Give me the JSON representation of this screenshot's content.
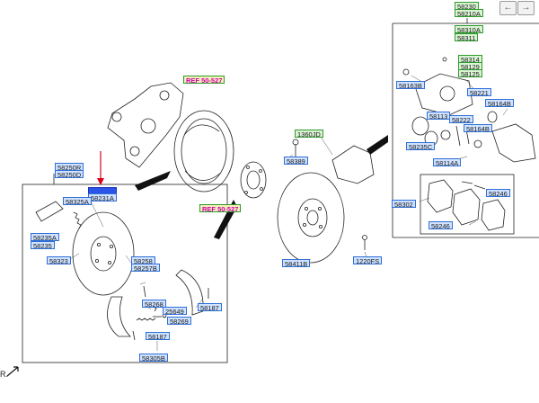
{
  "nav": {
    "prev_icon": "arrow-left-icon",
    "next_icon": "arrow-right-icon",
    "prev_glyph": "←",
    "next_glyph": "→"
  },
  "corner_text": "R.",
  "labels": {
    "ref_top": "REF 50-527",
    "ref_mid": "REF 50-527",
    "p58250R": "58250R",
    "p58250D": "58250D",
    "p58231A": "58231A",
    "p58325A": "58325A",
    "p58235A": "58235A",
    "p58235": "58235",
    "p58323": "58323",
    "p58258": "58258",
    "p58257B": "58257B",
    "p58268": "58268",
    "p25649": "25649",
    "p58269": "58269",
    "p58187a": "58187",
    "p58187b": "58187",
    "p58305B": "58305B",
    "p1360JD": "1360JD",
    "p58389": "58389",
    "p58411B": "58411B",
    "p1220FS": "1220FS",
    "p58230": "58230",
    "p58210A": "58210A",
    "p58310A": "58310A",
    "p58311": "58311",
    "p58314": "58314",
    "p58129": "58129",
    "p58125": "58125",
    "p58163B": "58163B",
    "p58221": "58221",
    "p58164B_top": "58164B",
    "p58113": "58113",
    "p58222": "58222",
    "p58164B_mid": "58164B",
    "p58235C": "58235C",
    "p58114A": "58114A",
    "p58302": "58302",
    "p58246a": "58246",
    "p58246b": "58246"
  },
  "colors": {
    "label_border": "#2f6fd6",
    "label_fill": "#cfe2ff",
    "green_border": "#2f9a2f",
    "ref_text": "#d000b0",
    "arrow": "#e0001a"
  }
}
